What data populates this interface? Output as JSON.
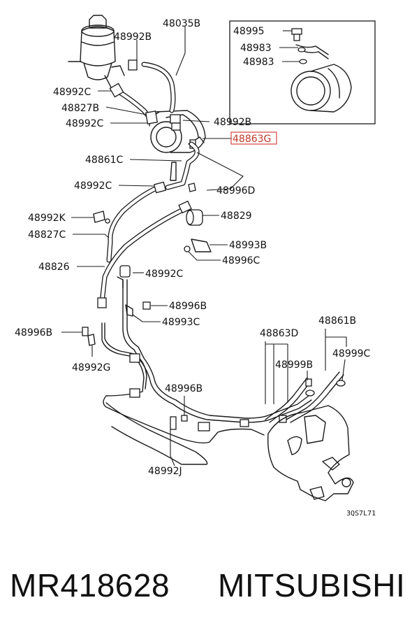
{
  "diagram": {
    "labels": {
      "l48035B": "48035B",
      "l48992B_top": "48992B",
      "l48992C_1": "48992C",
      "l48827B": "48827B",
      "l48992C_2": "48992C",
      "l48992B_2": "48992B",
      "l48863G": "48863G",
      "l48861C": "48861C",
      "l48992C_3": "48992C",
      "l48996D": "48996D",
      "l48992K": "48992K",
      "l48829": "48829",
      "l48827C": "48827C",
      "l48993B": "48993B",
      "l48996C_1": "48996C",
      "l48826": "48826",
      "l48992C_4": "48992C",
      "l48996B_1": "48996B",
      "l48993C": "48993C",
      "l48996B_2": "48996B",
      "l48992G": "48992G",
      "l48863D": "48863D",
      "l48861B": "48861B",
      "l48999B": "48999B",
      "l48999C": "48999C",
      "l48996B_3": "48996B",
      "l48992J": "48992J",
      "l48995": "48995",
      "l48983_1": "48983",
      "l48983_2": "48983",
      "code": "3QS7L71"
    },
    "highlight_color": "#d9534f"
  },
  "footer": {
    "part_number": "MR418628",
    "brand": "MITSUBISHI"
  }
}
